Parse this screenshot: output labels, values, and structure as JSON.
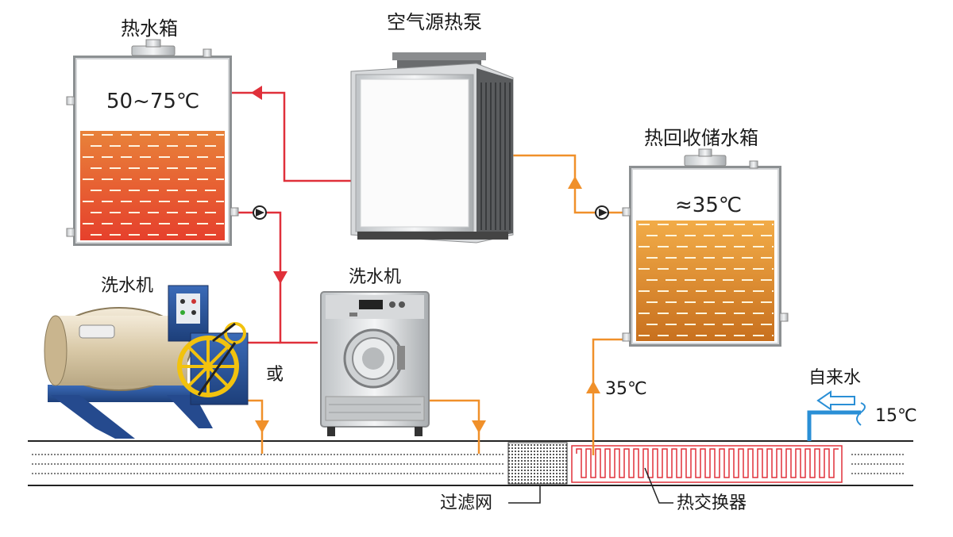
{
  "labels": {
    "hot_tank": "热水箱",
    "heat_pump": "空气源热泵",
    "recovery_tank": "热回收储水箱",
    "washer_left": "洗水机",
    "washer_right": "洗水机",
    "or": "或",
    "tap_water": "自来水",
    "filter": "过滤网",
    "heat_exchanger": "热交换器"
  },
  "temps": {
    "hot_tank": "50~75℃",
    "recovery_tank": "≈35℃",
    "pipe_up": "35℃",
    "tap_water": "15℃"
  },
  "colors": {
    "hot_pipe": "#e0303a",
    "warm_pipe": "#f0902a",
    "cold_pipe": "#2a8fd6",
    "hot_water_top": "#e88030",
    "hot_water_bottom": "#e83a2a",
    "warm_water_top": "#f0a840",
    "warm_water_bottom": "#c86a1c"
  }
}
